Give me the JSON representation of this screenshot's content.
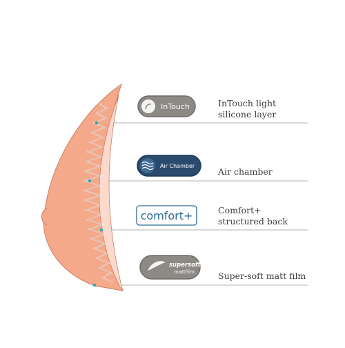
{
  "colors": {
    "shell": "#f4a98a",
    "inner": "#fbd9cc",
    "outline": "#c97e62",
    "guide": "#9a9a9a",
    "dot": "#2ba5b5",
    "badge_gray": "#8d8985",
    "badge_navy": "#2a4a6e",
    "comfort_blue": "#2a6a96"
  },
  "layers": [
    {
      "id": "intouch",
      "badge_text": "InTouch",
      "badge_icon": "touch-finger-icon",
      "label_lines": [
        "InTouch light",
        "silicone layer"
      ]
    },
    {
      "id": "air",
      "badge_text": "Air Chamber",
      "badge_icon": "air-waves-icon",
      "label_lines": [
        "Air chamber"
      ]
    },
    {
      "id": "comfort",
      "badge_text": "comfort+",
      "badge_icon": "",
      "label_lines": [
        "Comfort+",
        "structured back"
      ]
    },
    {
      "id": "supersoft",
      "badge_text": "supersoft",
      "badge_subtext": "mattfilm",
      "badge_icon": "feather-icon",
      "label_lines": [
        "Super-soft matt film"
      ]
    }
  ]
}
